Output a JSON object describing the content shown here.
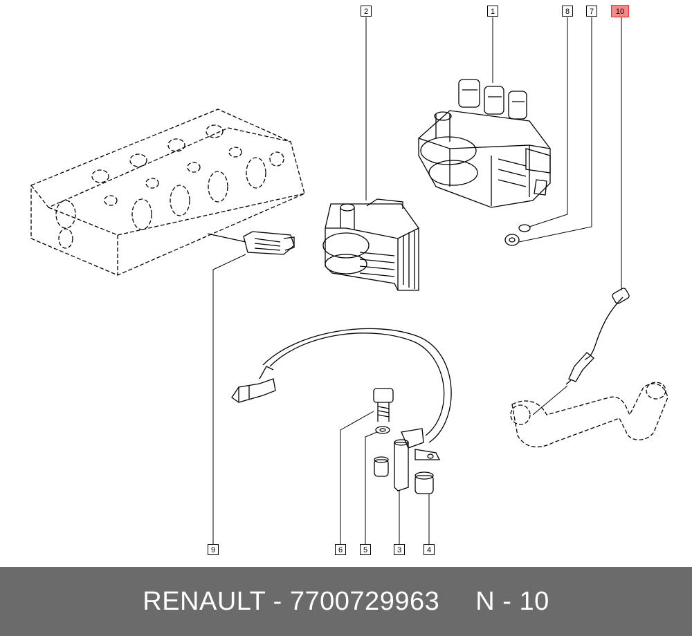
{
  "callouts": [
    {
      "id": "c1",
      "label": "1",
      "highlight": false
    },
    {
      "id": "c2",
      "label": "2",
      "highlight": false
    },
    {
      "id": "c3",
      "label": "3",
      "highlight": false
    },
    {
      "id": "c4",
      "label": "4",
      "highlight": false
    },
    {
      "id": "c5",
      "label": "5",
      "highlight": false
    },
    {
      "id": "c6",
      "label": "6",
      "highlight": false
    },
    {
      "id": "c7",
      "label": "7",
      "highlight": false
    },
    {
      "id": "c8",
      "label": "8",
      "highlight": false
    },
    {
      "id": "c9",
      "label": "9",
      "highlight": false
    },
    {
      "id": "c10",
      "label": "10",
      "highlight": true
    }
  ],
  "footer": {
    "brand_part": "RENAULT - 7700729963",
    "position": "N - 10"
  },
  "colors": {
    "footer_bg": "#6b6b6b",
    "highlight": "#f28a8a",
    "line": "#000000"
  }
}
